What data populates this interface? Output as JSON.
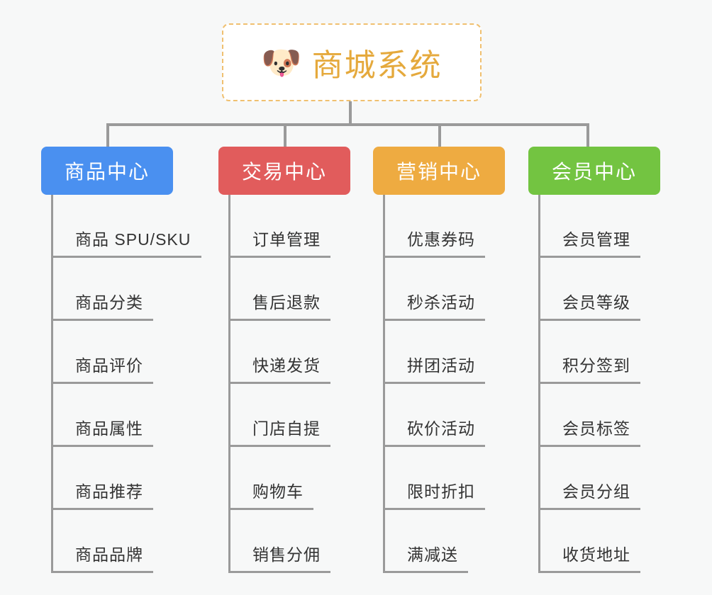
{
  "diagram": {
    "type": "mindmap-org-chart",
    "background_color": "#f7f8f8",
    "connector_color": "#9a9a9a",
    "root": {
      "icon": "dog-face-emoji",
      "icon_glyph": "🐶",
      "title": "商城系统",
      "title_color": "#e5a93c",
      "border_color": "#f0c070",
      "background_color": "#ffffff"
    },
    "branches": [
      {
        "label": "商品中心",
        "color": "#4a90f0",
        "items": [
          "商品 SPU/SKU",
          "商品分类",
          "商品评价",
          "商品属性",
          "商品推荐",
          "商品品牌"
        ]
      },
      {
        "label": "交易中心",
        "color": "#e15c5c",
        "items": [
          "订单管理",
          "售后退款",
          "快递发货",
          "门店自提",
          "购物车",
          "销售分佣"
        ]
      },
      {
        "label": "营销中心",
        "color": "#eeab41",
        "items": [
          "优惠券码",
          "秒杀活动",
          "拼团活动",
          "砍价活动",
          "限时折扣",
          "满减送"
        ]
      },
      {
        "label": "会员中心",
        "color": "#73c441",
        "items": [
          "会员管理",
          "会员等级",
          "积分签到",
          "会员标签",
          "会员分组",
          "收货地址"
        ]
      }
    ]
  }
}
